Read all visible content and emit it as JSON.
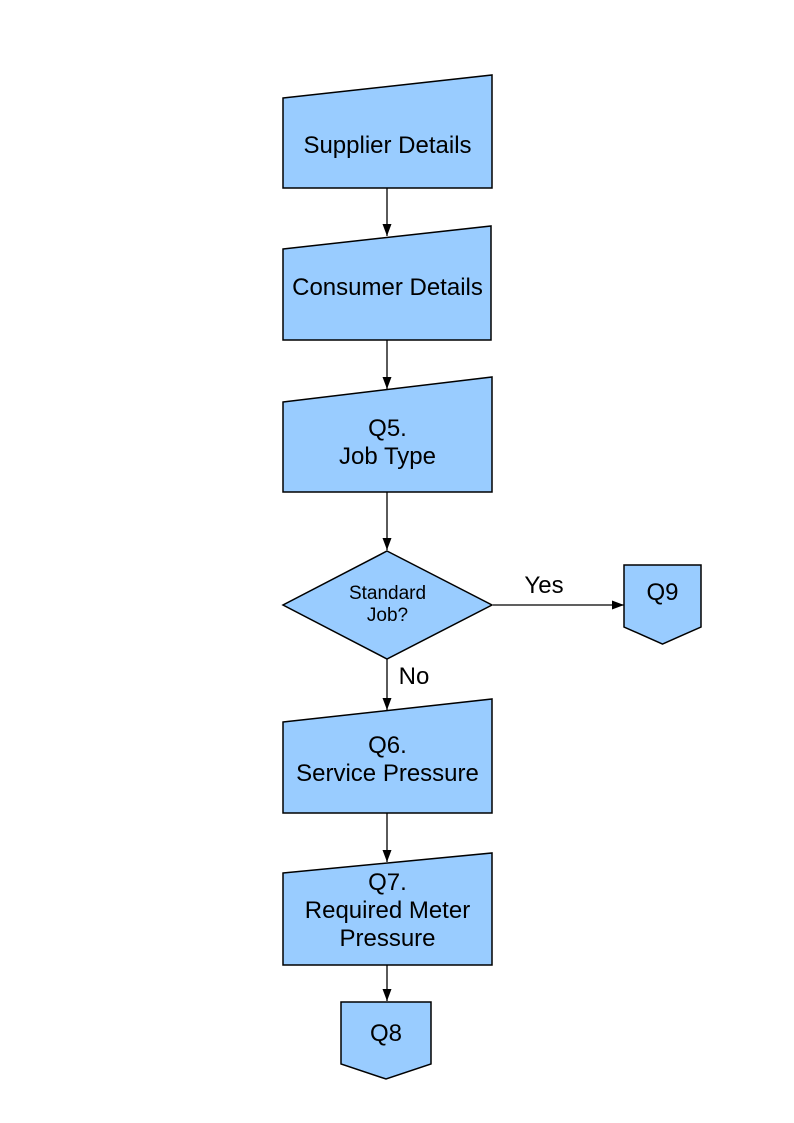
{
  "page": {
    "background": "#FFFFFF"
  },
  "colors": {
    "page-background": "#FFFFFF",
    "node-fill": "#99CCFF",
    "node-stroke": "#000000",
    "connector": "#000000",
    "text": "#000000"
  },
  "flowchart": {
    "nodes": [
      {
        "id": "supplier-details",
        "type": "manual-input",
        "label": "Supplier Details"
      },
      {
        "id": "consumer-details",
        "type": "manual-input",
        "label": "Consumer Details"
      },
      {
        "id": "q5-job-type",
        "type": "manual-input",
        "label": "Q5.\nJob Type"
      },
      {
        "id": "standard-job-decision",
        "type": "decision",
        "label": "Standard\nJob?"
      },
      {
        "id": "q9-connector",
        "type": "off-page-connector",
        "label": "Q9"
      },
      {
        "id": "q6-service-pressure",
        "type": "manual-input",
        "label": "Q6.\nService Pressure"
      },
      {
        "id": "q7-required-meter-pressure",
        "type": "manual-input",
        "label": "Q7.\nRequired Meter\nPressure"
      },
      {
        "id": "q8-connector",
        "type": "off-page-connector",
        "label": "Q8"
      }
    ],
    "edges": [
      {
        "from": "supplier-details",
        "to": "consumer-details",
        "label": ""
      },
      {
        "from": "consumer-details",
        "to": "q5-job-type",
        "label": ""
      },
      {
        "from": "q5-job-type",
        "to": "standard-job-decision",
        "label": ""
      },
      {
        "from": "standard-job-decision",
        "to": "q9-connector",
        "label": "Yes"
      },
      {
        "from": "standard-job-decision",
        "to": "q6-service-pressure",
        "label": "No"
      },
      {
        "from": "q6-service-pressure",
        "to": "q7-required-meter-pressure",
        "label": ""
      },
      {
        "from": "q7-required-meter-pressure",
        "to": "q8-connector",
        "label": ""
      }
    ]
  }
}
